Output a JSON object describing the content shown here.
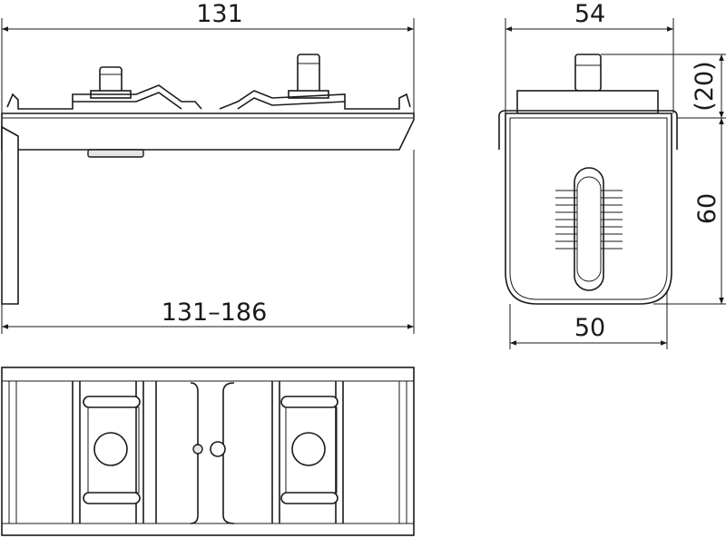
{
  "title": "Mounting bracket dimension drawing",
  "dimensions": {
    "front_width": "131",
    "front_range": "131–186",
    "side_width_top": "54",
    "side_stud_height": "(20)",
    "side_height": "60",
    "side_width_bottom": "50"
  },
  "colors": {
    "line": "#1a1a1a",
    "background": "#ffffff"
  }
}
